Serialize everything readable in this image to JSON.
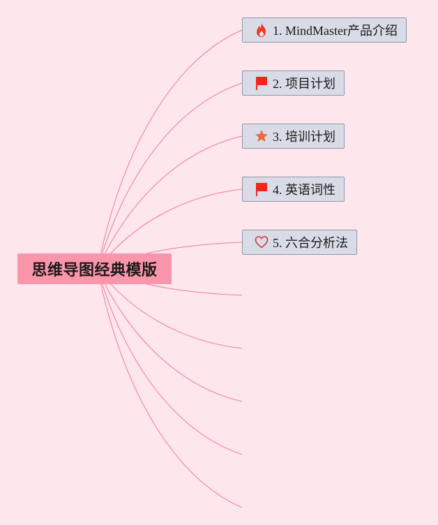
{
  "central_topic": {
    "label": "思维导图经典模版"
  },
  "topics": [
    {
      "label": "1. MindMaster产品介绍",
      "icon": "fire-icon"
    },
    {
      "label": "2. 项目计划",
      "icon": "red-flag-icon"
    },
    {
      "label": "3. 培训计划",
      "icon": "star-icon"
    },
    {
      "label": "4. 英语词性",
      "icon": "red-flag-icon"
    },
    {
      "label": "5. 六合分析法",
      "icon": "heart-outline-icon"
    }
  ],
  "empty_branch_count": 5,
  "colors": {
    "background": "#fde6ec",
    "central_fill": "#fb95ac",
    "topic_fill": "#d9dce6",
    "topic_border": "#8d97a6",
    "connector": "#f07a9a",
    "fire": "#ee3b24",
    "flag": "#f2261b",
    "star": "#e8693a",
    "heart": "#d8353a"
  }
}
